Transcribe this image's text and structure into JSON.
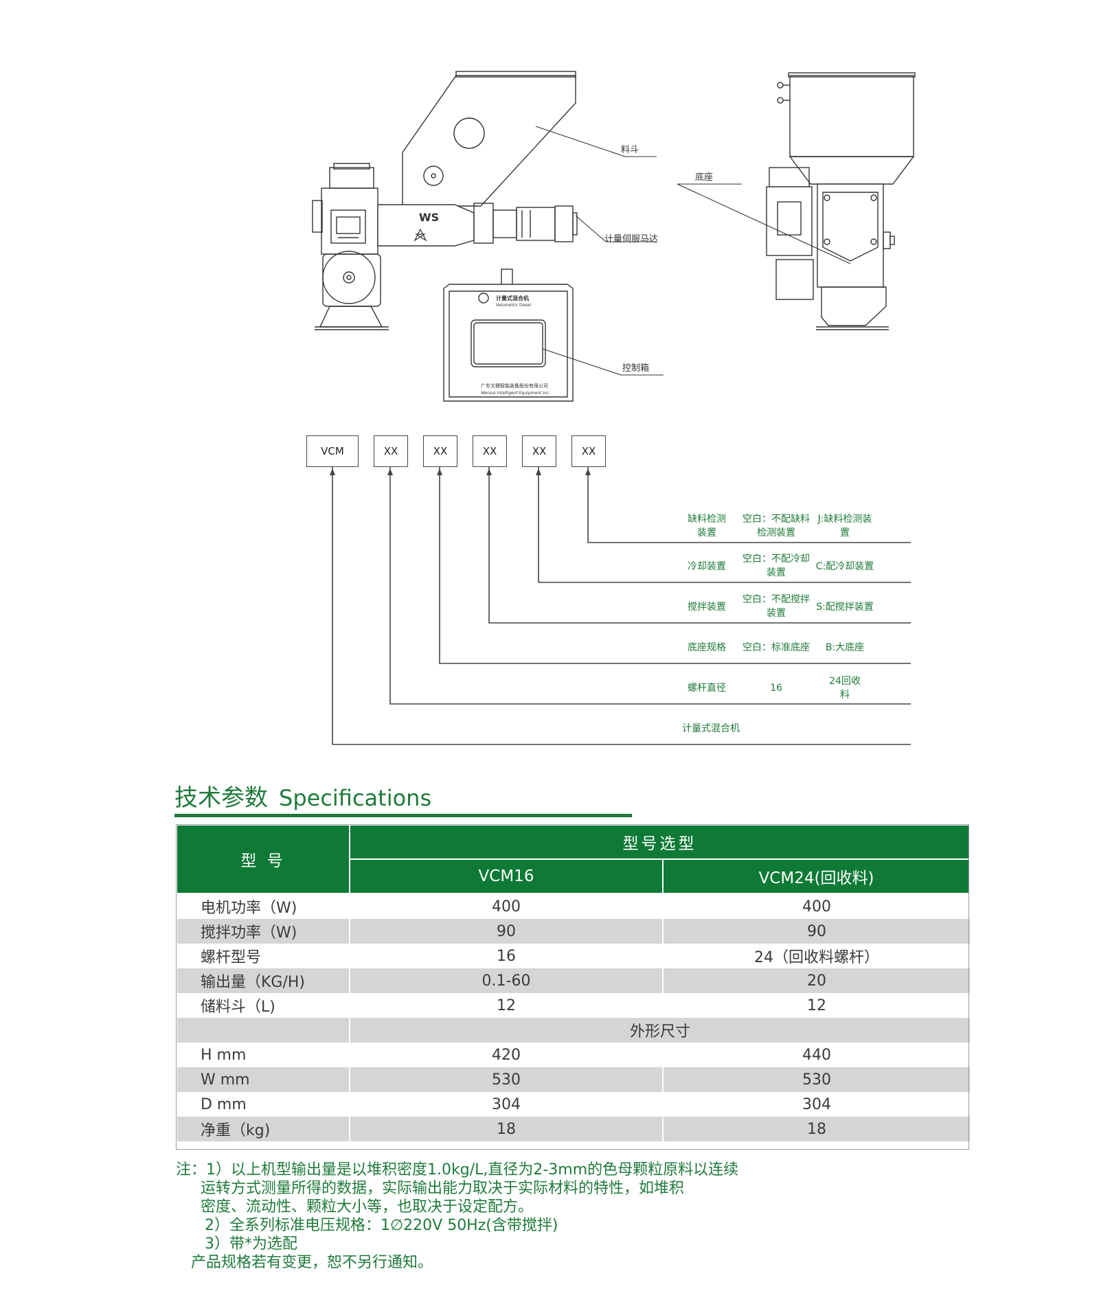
{
  "drawings": {
    "labels": {
      "hopper": "料斗",
      "base": "底座",
      "servo_motor": "计量伺服马达",
      "control_box": "控制箱"
    },
    "panel_text": {
      "title_cn": "计量式混合机",
      "title_en": "Volumetric Doser",
      "company_cn": "广东文穗智能装备股份有限公司",
      "company_en": "Wensui Intelligent Equipment Inc."
    }
  },
  "model_code": {
    "boxes": [
      "VCM",
      "XX",
      "XX",
      "XX",
      "XX",
      "XX"
    ],
    "rows": [
      {
        "name": "缺料检测装置",
        "opt1": "空白：不配缺料检测装置",
        "opt2": "J:缺料检测装置"
      },
      {
        "name": "冷却装置",
        "opt1": "空白：不配冷却装置",
        "opt2": "C:配冷却装置"
      },
      {
        "name": "搅拌装置",
        "opt1": "空白：不配搅拌装置",
        "opt2": "S:配搅拌装置"
      },
      {
        "name": "底座规格",
        "opt1": "空白：标准底座",
        "opt2": "B:大底座"
      },
      {
        "name": "螺杆直径",
        "opt1": "16",
        "opt2": "24回收料"
      },
      {
        "name": "计量式混合机",
        "opt1": "",
        "opt2": ""
      }
    ]
  },
  "specs": {
    "title_cn": "技术参数",
    "title_en": "Specifications",
    "header": {
      "model_label": "型 号",
      "selection_label": "型号选型",
      "models": [
        "VCM16",
        "VCM24(回收料)"
      ]
    },
    "rows": [
      {
        "name": "电机功率（W)",
        "v1": "400",
        "v2": "400"
      },
      {
        "name": "搅拌功率（W)",
        "v1": "90",
        "v2": "90"
      },
      {
        "name": "螺杆型号",
        "v1": "16",
        "v2": "24（回收料螺杆）"
      },
      {
        "name": "输出量（KG/H)",
        "v1": "0.1-60",
        "v2": "20"
      },
      {
        "name": "储料斗（L)",
        "v1": "12",
        "v2": "12"
      }
    ],
    "dimension_header": "外形尺寸",
    "dimension_rows": [
      {
        "name": "H mm",
        "v1": "420",
        "v2": "440"
      },
      {
        "name": "W mm",
        "v1": "530",
        "v2": "530"
      },
      {
        "name": "D mm",
        "v1": "304",
        "v2": "304"
      },
      {
        "name": "净重（kg)",
        "v1": "18",
        "v2": "18"
      }
    ]
  },
  "notes": [
    "注：1）以上机型输出量是以堆积密度1.0kg/L,直径为2-3mm的色母颗粒原料以连续",
    "运转方式测量所得的数据，实际输出能力取决于实际材料的特性，如堆积",
    "密度、流动性、颗粒大小等，也取决于设定配方。",
    "2）全系列标准电压规格：1∅220V 50Hz(含带搅拌)",
    "3）带*为选配",
    "产品规格若有变更，恕不另行通知。"
  ]
}
